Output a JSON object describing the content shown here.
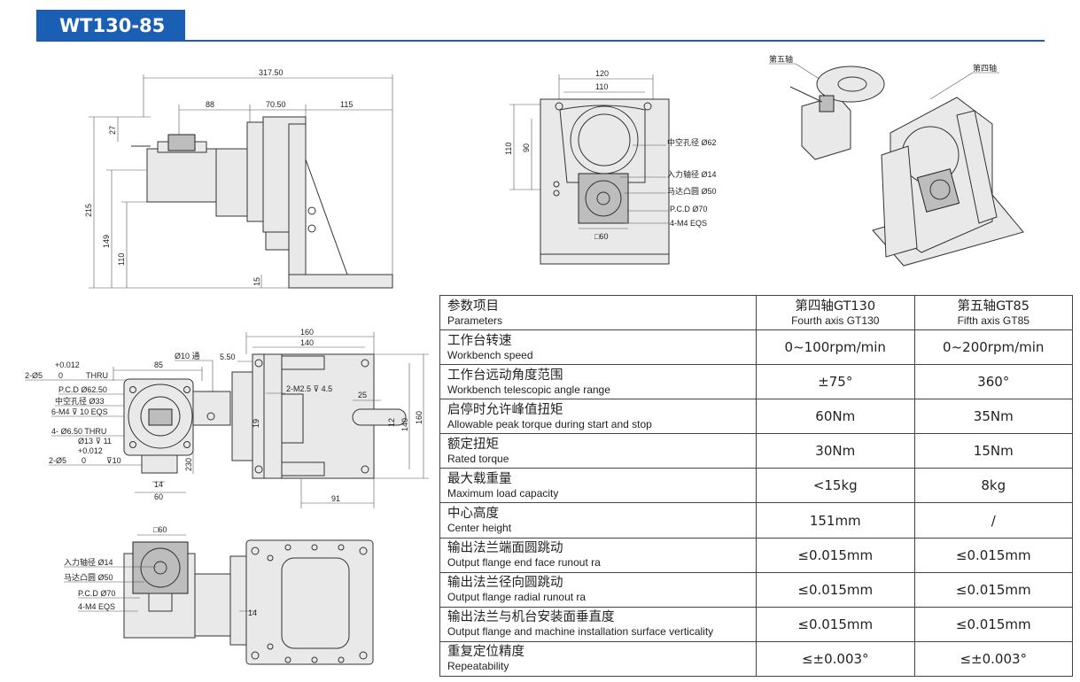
{
  "page_title": "WT130-85",
  "drawing_labels": {
    "side_view": {
      "total_length": "317.50",
      "seg1": "88",
      "seg2": "70.50",
      "seg3": "115",
      "h_top": "27",
      "h_total": "215",
      "h_149": "149",
      "h_110": "110",
      "h_15": "15"
    },
    "front_view": {
      "w120": "120",
      "w110": "110",
      "h110": "110",
      "h90": "90",
      "hollow": "中空孔径 Ø62",
      "input_shaft": "入力轴径 Ø14",
      "motor_boss": "马达凸圆 Ø50",
      "pcd": "P.C.D Ø70",
      "screws": "4-M4 EQS",
      "square": "□60"
    },
    "iso_view": {
      "fifth_axis": "第五轴",
      "fourth_axis": "第四轴"
    },
    "left_view": {
      "d85": "85",
      "thru": "Ø10 通",
      "hole1_a": "2-Ø5",
      "hole1_b": "+0.012",
      "hole1_c": "0",
      "hole1_d": "THRU",
      "pcd": "P.C.D Ø62.50",
      "hollow": "中空孔径 Ø33",
      "m4": "6-M4 ⊽ 10 EQS",
      "h4": "4- Ø6.50 THRU",
      "cb": "Ø13 ⊽ 11",
      "hole2_a": "2-Ø5",
      "hole2_b": "+0.012",
      "hole2_c": "0",
      "hole2_d": "⊽10",
      "d14": "14",
      "d60": "60",
      "d230": "230",
      "d19": "19"
    },
    "top_view": {
      "w160": "160",
      "w140": "140",
      "d550": "5.50",
      "m25": "2-M2.5 ⊽ 4.5",
      "d25": "25",
      "d12": "12",
      "h140": "140",
      "h160": "160",
      "d91": "91"
    },
    "bottom_view": {
      "square": "□60",
      "input_shaft": "入力轴径 Ø14",
      "motor_boss": "马达凸圆 Ø50",
      "pcd": "P.C.D Ø70",
      "screws": "4-M4 EQS",
      "d14": "14"
    }
  },
  "table": {
    "headers": [
      {
        "cn": "参数项目",
        "en": "Parameters"
      },
      {
        "cn": "第四轴GT130",
        "en": "Fourth axis GT130"
      },
      {
        "cn": "第五轴GT85",
        "en": "Fifth axis GT85"
      }
    ],
    "rows": [
      {
        "cn": "工作台转速",
        "en": "Workbench speed",
        "v1": "0~100rpm/min",
        "v2": "0~200rpm/min"
      },
      {
        "cn": "工作台远动角度范围",
        "en": "Workbench telescopic angle range",
        "v1": "±75°",
        "v2": "360°"
      },
      {
        "cn": "启停时允许峰值扭矩",
        "en": "Allowable peak torque during start and stop",
        "v1": "60Nm",
        "v2": "35Nm"
      },
      {
        "cn": "额定扭矩",
        "en": "Rated torque",
        "v1": "30Nm",
        "v2": "15Nm"
      },
      {
        "cn": "最大载重量",
        "en": "Maximum load capacity",
        "v1": "<15kg",
        "v2": "8kg"
      },
      {
        "cn": "中心高度",
        "en": "Center height",
        "v1": "151mm",
        "v2": "/"
      },
      {
        "cn": "输出法兰端面圆跳动",
        "en": "Output flange end face runout ra",
        "v1": "≤0.015mm",
        "v2": "≤0.015mm"
      },
      {
        "cn": "输出法兰径向圆跳动",
        "en": "Output flange radial runout ra",
        "v1": "≤0.015mm",
        "v2": "≤0.015mm"
      },
      {
        "cn": "输出法兰与机台安装面垂直度",
        "en": "Output flange and machine installation surface verticality",
        "v1": "≤0.015mm",
        "v2": "≤0.015mm"
      },
      {
        "cn": "重复定位精度",
        "en": "Repeatability",
        "v1": "≤±0.003°",
        "v2": "≤±0.003°"
      }
    ]
  }
}
